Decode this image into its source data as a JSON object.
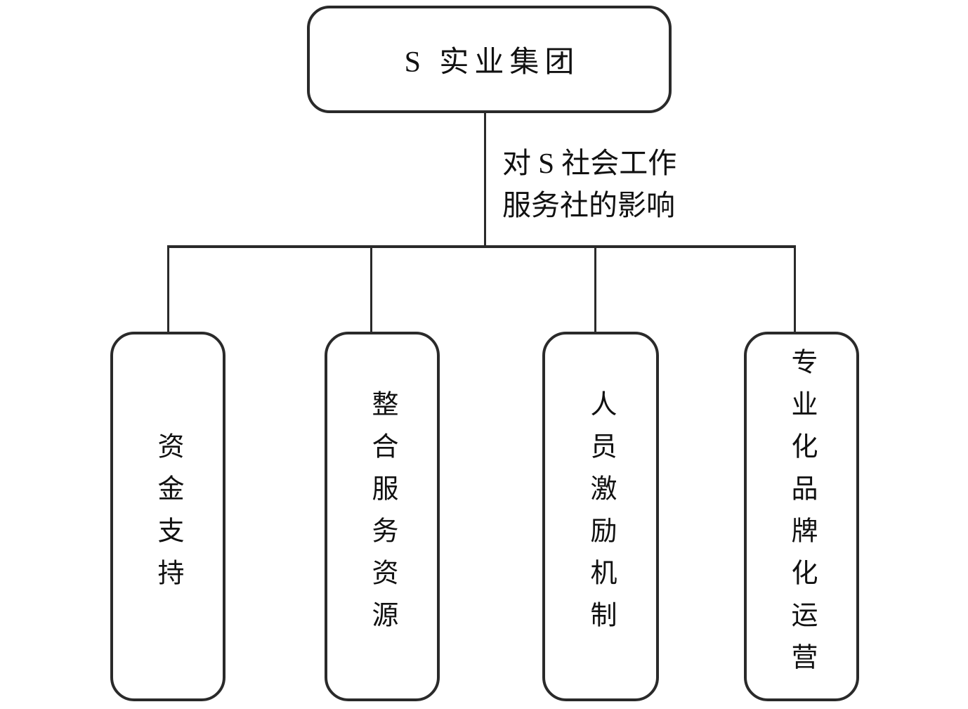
{
  "diagram": {
    "root": {
      "label": "S 实业集团"
    },
    "edge_label": {
      "line1": "对 S 社会工作",
      "line2": "服务社的影响"
    },
    "children": [
      {
        "label": "资金支持"
      },
      {
        "label": "整合服务资源"
      },
      {
        "label": "人员激励机制"
      },
      {
        "label": "专业化品牌化运营"
      }
    ],
    "colors": {
      "line": "#2a2a2a",
      "background": "#ffffff",
      "text": "#111111"
    }
  }
}
